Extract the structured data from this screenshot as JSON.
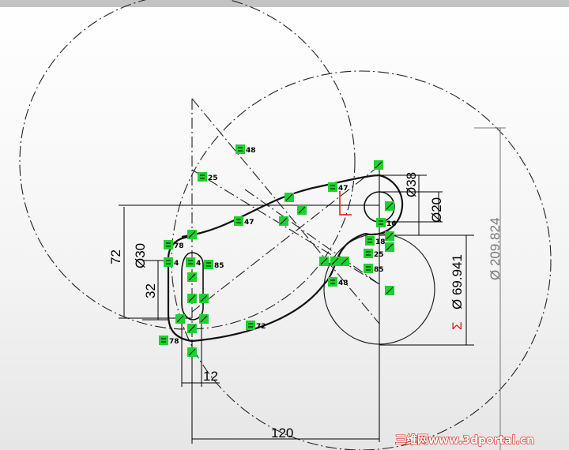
{
  "dimensions": {
    "d72": "72",
    "d30": "Ø30",
    "d32": "32",
    "d12": "12",
    "d120": "120",
    "d38": "Ø38",
    "d20": "Ø20",
    "d69": "Ø 69.941",
    "d209": "Ø 209.824",
    "sigma": "Σ"
  },
  "relations": [
    "48",
    "25",
    "47",
    "78",
    "4",
    "4",
    "85",
    "72",
    "78",
    "47",
    "16",
    "18",
    "25",
    "85",
    "48"
  ],
  "watermark": "三维网www.3dportal.cn",
  "colors": {
    "relation_bg": "#1ed12e",
    "sketch": "#000000",
    "origin": "#e01010",
    "watermark": "#e0201c"
  }
}
